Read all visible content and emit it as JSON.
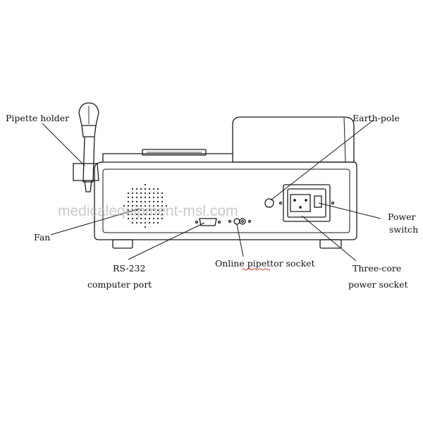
{
  "labels": {
    "pipette_holder": "Pipette holder",
    "earth_pole": "Earth-pole",
    "fan": "Fan",
    "power_switch_line1": "Power",
    "power_switch_line2": "switch",
    "rs232_line1": "RS-232",
    "rs232_line2": "computer port",
    "online_socket": "Online pipettor socket",
    "three_core_line1": "Three-core",
    "three_core_line2": "power socket"
  },
  "watermark": "medicalequipment-msl.com",
  "colors": {
    "line": "#1a1a1a",
    "background": "#ffffff",
    "watermark": "#b8b8b8",
    "spellcheck_underline": "#d00000"
  }
}
